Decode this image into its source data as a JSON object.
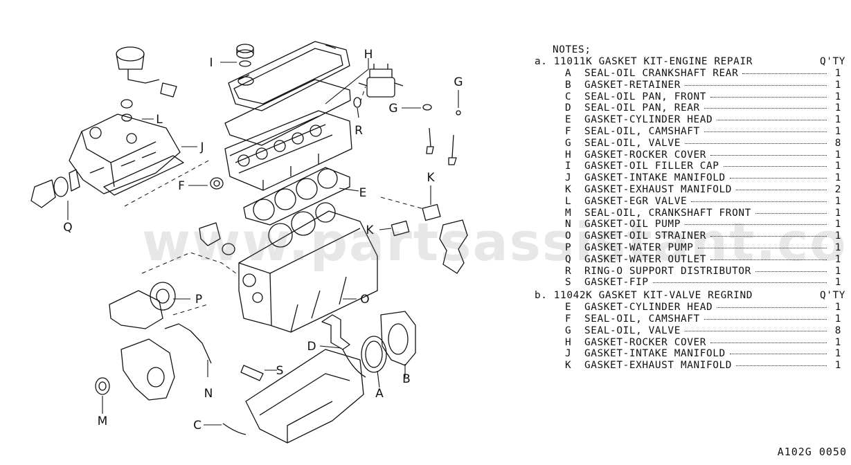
{
  "watermark": "www.partsassistant.com",
  "diagram_code": "A102G 0050",
  "callouts": [
    "I",
    "H",
    "R",
    "G",
    "G",
    "L",
    "J",
    "F",
    "E",
    "K",
    "K",
    "Q",
    "P",
    "O",
    "D",
    "S",
    "N",
    "M",
    "C",
    "A",
    "B"
  ],
  "notes": {
    "title": "NOTES;",
    "kits": [
      {
        "label": "a. 11011K GASKET KIT-ENGINE REPAIR",
        "qty_header": "Q'TY",
        "items": [
          {
            "code": "A",
            "name": "SEAL-OIL CRANKSHAFT REAR",
            "qty": "1"
          },
          {
            "code": "B",
            "name": "GASKET-RETAINER",
            "qty": "1"
          },
          {
            "code": "C",
            "name": "SEAL-OIL PAN, FRONT",
            "qty": "1"
          },
          {
            "code": "D",
            "name": "SEAL-OIL PAN, REAR",
            "qty": "1"
          },
          {
            "code": "E",
            "name": "GASKET-CYLINDER HEAD",
            "qty": "1"
          },
          {
            "code": "F",
            "name": "SEAL-OIL, CAMSHAFT",
            "qty": "1"
          },
          {
            "code": "G",
            "name": "SEAL-OIL, VALVE",
            "qty": "8"
          },
          {
            "code": "H",
            "name": "GASKET-ROCKER COVER",
            "qty": "1"
          },
          {
            "code": "I",
            "name": "GASKET-OIL FILLER CAP",
            "qty": "1"
          },
          {
            "code": "J",
            "name": "GASKET-INTAKE MANIFOLD",
            "qty": "1"
          },
          {
            "code": "K",
            "name": "GASKET-EXHAUST MANIFOLD",
            "qty": "2"
          },
          {
            "code": "L",
            "name": "GASKET-EGR VALVE",
            "qty": "1"
          },
          {
            "code": "M",
            "name": "SEAL-OIL, CRANKSHAFT FRONT",
            "qty": "1"
          },
          {
            "code": "N",
            "name": "GASKET-OIL PUMP",
            "qty": "1"
          },
          {
            "code": "O",
            "name": "GASKET-OIL STRAINER",
            "qty": "1"
          },
          {
            "code": "P",
            "name": "GASKET-WATER PUMP",
            "qty": "1"
          },
          {
            "code": "Q",
            "name": "GASKET-WATER OUTLET",
            "qty": "1"
          },
          {
            "code": "R",
            "name": "RING-O SUPPORT DISTRIBUTOR",
            "qty": "1"
          },
          {
            "code": "S",
            "name": "GASKET-FIP",
            "qty": "1"
          }
        ]
      },
      {
        "label": "b. 11042K GASKET KIT-VALVE REGRIND",
        "qty_header": "Q'TY",
        "items": [
          {
            "code": "E",
            "name": "GASKET-CYLINDER HEAD",
            "qty": "1"
          },
          {
            "code": "F",
            "name": "SEAL-OIL, CAMSHAFT",
            "qty": "1"
          },
          {
            "code": "G",
            "name": "SEAL-OIL, VALVE",
            "qty": "8"
          },
          {
            "code": "H",
            "name": "GASKET-ROCKER COVER",
            "qty": "1"
          },
          {
            "code": "J",
            "name": "GASKET-INTAKE MANIFOLD",
            "qty": "1"
          },
          {
            "code": "K",
            "name": "GASKET-EXHAUST MANIFOLD",
            "qty": "1"
          }
        ]
      }
    ]
  }
}
